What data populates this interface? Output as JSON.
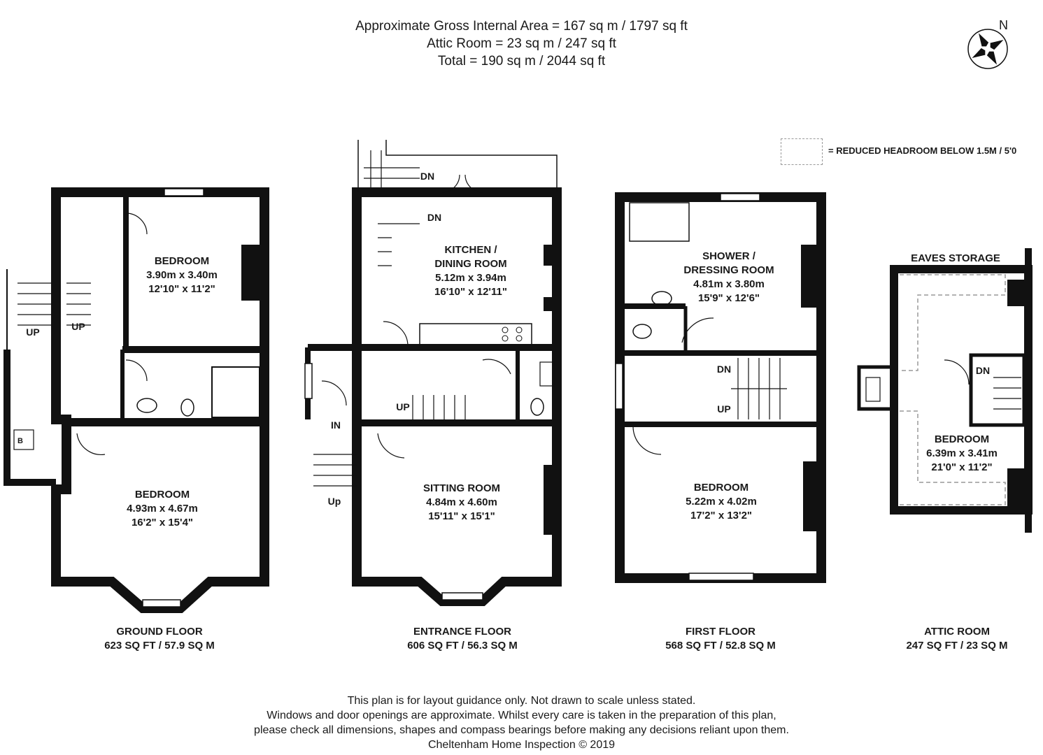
{
  "header": {
    "line1": "Approximate Gross Internal Area = 167 sq m / 1797 sq ft",
    "line2": "Attic Room = 23 sq m / 247 sq ft",
    "line3": "Total = 190 sq m / 2044 sq ft"
  },
  "compass": {
    "north_label": "N",
    "icon": "compass-rose-icon"
  },
  "legend": {
    "text": "= REDUCED HEADROOM BELOW 1.5M / 5'0"
  },
  "floors": {
    "ground": {
      "title": "GROUND FLOOR",
      "area": "623 SQ FT / 57.9 SQ M",
      "bedroom1": {
        "name": "BEDROOM",
        "metric": "3.90m x 3.40m",
        "imperial": "12'10\" x 11'2\""
      },
      "bedroom2": {
        "name": "BEDROOM",
        "metric": "4.93m x 4.67m",
        "imperial": "16'2\" x 15'4\""
      },
      "stair_up_1": "UP",
      "stair_up_2": "UP",
      "boiler": "B"
    },
    "entrance": {
      "title": "ENTRANCE FLOOR",
      "area": "606 SQ FT / 56.3 SQ M",
      "kitchen": {
        "name1": "KITCHEN /",
        "name2": "DINING ROOM",
        "metric": "5.12m x 3.94m",
        "imperial": "16'10\" x 12'11\""
      },
      "sitting": {
        "name": "SITTING ROOM",
        "metric": "4.84m x 4.60m",
        "imperial": "15'11\" x 15'1\""
      },
      "dn1": "DN",
      "dn2": "DN",
      "up": "UP",
      "in": "IN",
      "up_ext": "Up"
    },
    "first": {
      "title": "FIRST FLOOR",
      "area": "568 SQ FT / 52.8 SQ M",
      "shower": {
        "name1": "SHOWER /",
        "name2": "DRESSING ROOM",
        "metric": "4.81m x 3.80m",
        "imperial": "15'9\" x 12'6\""
      },
      "bedroom": {
        "name": "BEDROOM",
        "metric": "5.22m x 4.02m",
        "imperial": "17'2\" x 13'2\""
      },
      "dn": "DN",
      "up": "UP"
    },
    "attic": {
      "title": "ATTIC ROOM",
      "area": "247 SQ FT / 23 SQ M",
      "eaves": "EAVES STORAGE",
      "bedroom": {
        "name": "BEDROOM",
        "metric": "6.39m x 3.41m",
        "imperial": "21'0\" x 11'2\""
      },
      "dn": "DN"
    }
  },
  "footer": {
    "line1": "This plan is for layout guidance only. Not drawn to scale unless stated.",
    "line2": "Windows and door openings are approximate. Whilst every care is taken in the preparation of this plan,",
    "line3": "please check all dimensions, shapes and compass bearings before making any decisions reliant upon them.",
    "line4": "Cheltenham Home Inspection © 2019"
  },
  "colors": {
    "wall": "#111111",
    "text": "#1a1a1a",
    "dashed": "#999999"
  }
}
